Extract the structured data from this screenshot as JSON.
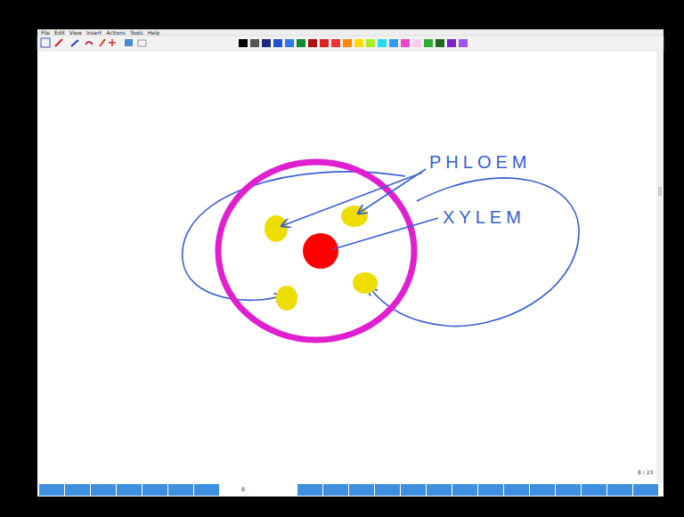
{
  "diagram": {
    "labels": [
      "File",
      "Edit",
      "View",
      "Insert",
      "Actions",
      "Tools",
      "Help",
      "PHLOEM",
      "XYLEM",
      "8 / 23",
      "8"
    ]
  }
}
